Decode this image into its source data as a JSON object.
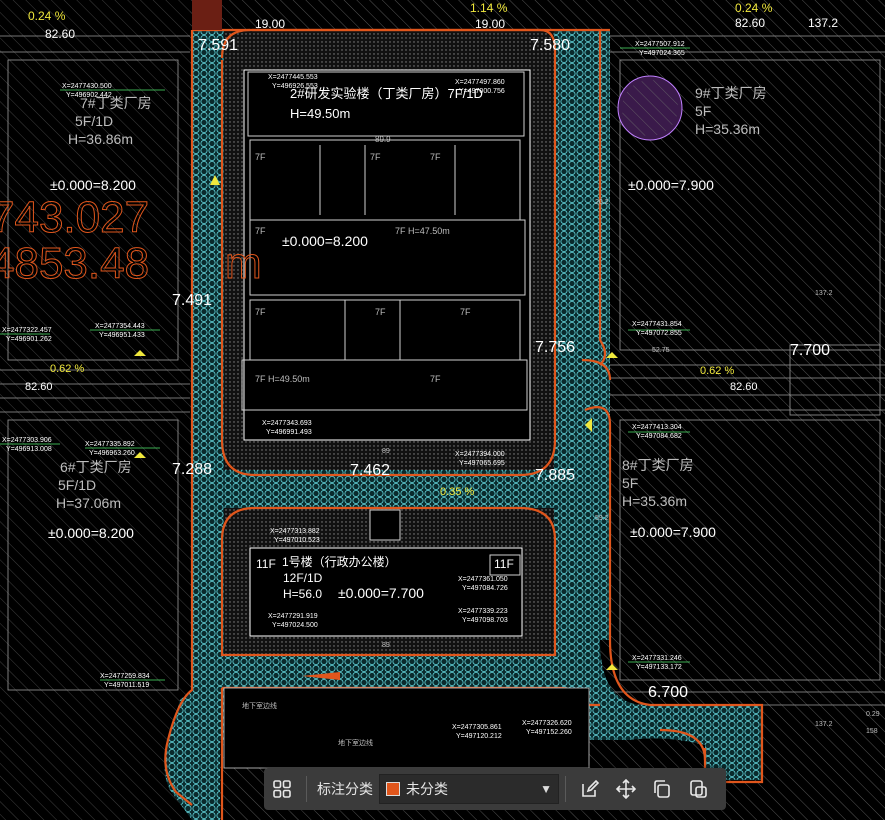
{
  "colors": {
    "background": "#000000",
    "road_outline": "#e0561c",
    "paving": "#62d1d8",
    "building_outline": "#ffffff",
    "text_white": "#ffffff",
    "text_green": "#4ee66a",
    "text_yellow": "#f0e83c",
    "text_gray": "#bdbdbd",
    "toolbar_bg": "#3b3b3b",
    "unclassified_swatch": "#e0561c"
  },
  "drawing": {
    "top_slopes": [
      "0.24 %",
      "1.14 %",
      "0.24 %"
    ],
    "top_elevs": [
      "82.60",
      "82.60",
      "137.2"
    ],
    "road_widths": [
      "19.00",
      "19.00"
    ],
    "big_overlay": [
      "743.027",
      "4853.48",
      "m"
    ],
    "buildings": {
      "b2": {
        "name": "2#研发实验楼（丁类厂房）7F/1D",
        "height": "H=49.50m",
        "elev": "±0.000=8.200",
        "coord_nw": [
          "X=2477445.553",
          "Y=496926.553"
        ],
        "coord_ne": [
          "X=2477497.860",
          "Y=497000.756"
        ],
        "coord_sw": [
          "X=2477343.693",
          "Y=496991.493"
        ],
        "coord_se": [
          "X=2477394.000",
          "Y=497065.695"
        ],
        "floor_labels": [
          "7F",
          "7F",
          "7F",
          "7F",
          "7F",
          "7F",
          "7F",
          "7F"
        ],
        "inner_label": "7F H=47.50m",
        "inner_label_low": "7F H=49.50m",
        "dim": "89.9"
      },
      "b1": {
        "name": "1号楼（行政办公楼）",
        "floors": "12F/1D",
        "height": "H=56.0",
        "elev": "±0.000=7.700",
        "floor_left": "11F",
        "floor_right": "11F",
        "coord_nw": [
          "X=2477313.882",
          "Y=497010.523"
        ],
        "coord_ne": [
          "X=2477361.050",
          "Y=497084.726"
        ],
        "coord_sw": [
          "X=2477291.919",
          "Y=497024.500"
        ],
        "coord_se": [
          "X=2477339.223",
          "Y=497098.703"
        ]
      },
      "left7": {
        "name": "7#丁类厂房",
        "floors": "5F/1D",
        "height": "H=36.86m",
        "elev": "±0.000=8.200"
      },
      "left6": {
        "name": "6#丁类厂房",
        "floors": "5F/1D",
        "height": "H=37.06m",
        "elev": "±0.000=8.200"
      },
      "right9": {
        "name": "9#丁类厂房",
        "floors": "5F",
        "height": "H=35.36m",
        "elev": "±0.000=7.900"
      },
      "right8": {
        "name": "8#丁类厂房",
        "floors": "5F",
        "height": "H=35.36m",
        "elev": "±0.000=7.900"
      }
    },
    "coords_left": [
      [
        "X=2477430.500",
        "Y=496902.442"
      ],
      [
        "X=2477322.457",
        "Y=496901.262"
      ],
      [
        "X=2477354.443",
        "Y=496951.433"
      ],
      [
        "X=2477303.906",
        "Y=496913.008"
      ],
      [
        "X=2477335.892",
        "Y=496963.260"
      ],
      [
        "X=2477259.834",
        "Y=497011.519"
      ]
    ],
    "coords_right": [
      [
        "X=2477507.912",
        "Y=497024.365"
      ],
      [
        "X=2477431.854",
        "Y=497072.855"
      ],
      [
        "X=2477413.304",
        "Y=497084.682"
      ],
      [
        "X=2477331.246",
        "Y=497133.172"
      ],
      [
        "X=2477326.620",
        "Y=497152.260"
      ],
      [
        "X=2477305.861",
        "Y=497120.212"
      ]
    ],
    "road_elevs": [
      "7.591",
      "7.580",
      "7.491",
      "7.756",
      "7.288",
      "7.462",
      "7.885",
      "7.700",
      "6.700"
    ],
    "slopes_mid": [
      "0.62 %",
      "0.62 %",
      "0.35 %"
    ],
    "elev_8260": "82.60",
    "labels_misc": [
      "地下室边线",
      "地下室边线",
      "89",
      "89",
      "137.2",
      "137.2",
      "158",
      "59.2",
      "20.2",
      "52.75",
      "0.29"
    ]
  },
  "toolbar": {
    "classify_label": "标注分类",
    "selected_category": "未分类",
    "icons": [
      "grid-icon",
      "edit-icon",
      "move-icon",
      "copy-icon",
      "paste-icon"
    ]
  }
}
